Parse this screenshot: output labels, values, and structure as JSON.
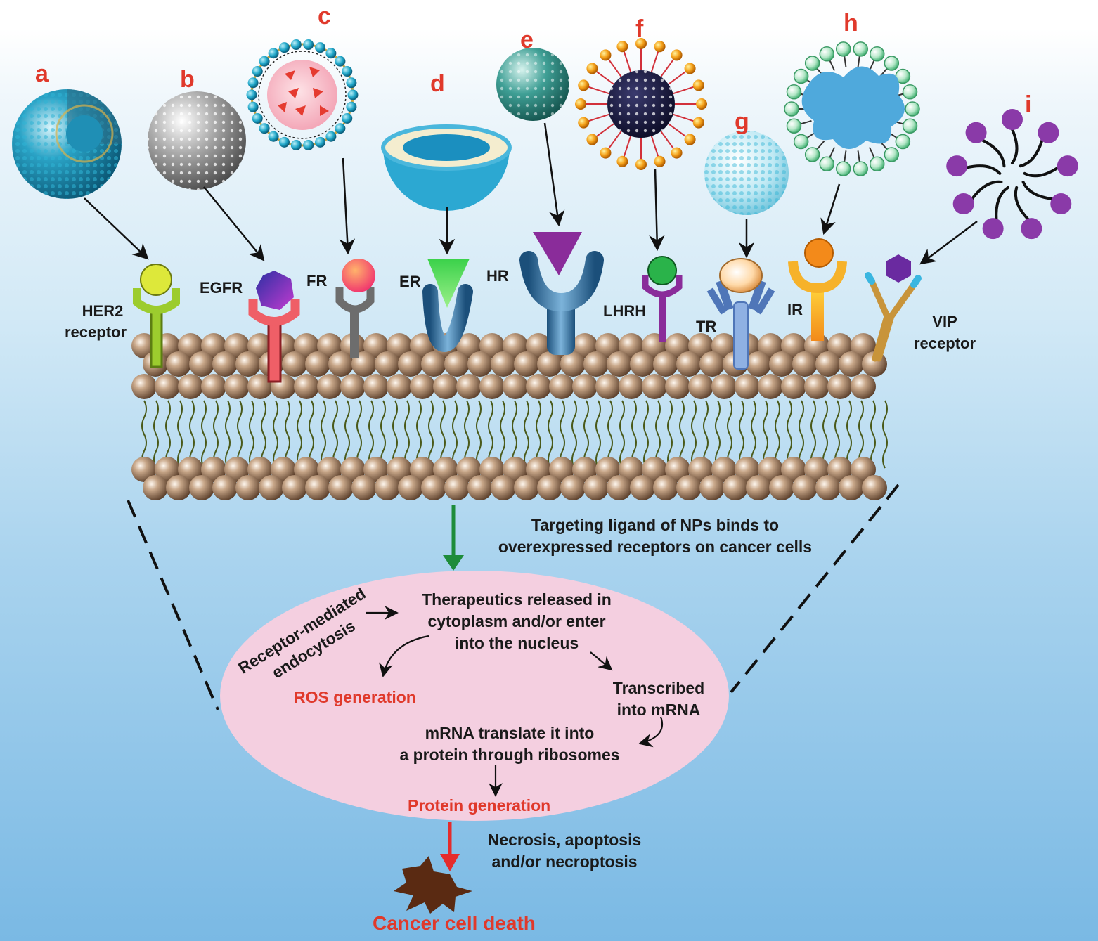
{
  "nanoparticles": [
    {
      "letter": "a"
    },
    {
      "letter": "b"
    },
    {
      "letter": "c"
    },
    {
      "letter": "d"
    },
    {
      "letter": "e"
    },
    {
      "letter": "f"
    },
    {
      "letter": "g"
    },
    {
      "letter": "h"
    },
    {
      "letter": "i"
    }
  ],
  "receptors": {
    "her2": [
      "HER2",
      "receptor"
    ],
    "egfr": "EGFR",
    "fr": "FR",
    "er": "ER",
    "hr": "HR",
    "lhrh": "LHRH",
    "tr": "TR",
    "ir": "IR",
    "vip": [
      "VIP",
      "receptor"
    ]
  },
  "binding_text": [
    "Targeting ligand of NPs binds to",
    "overexpressed receptors on cancer cells"
  ],
  "endocytosis_text": [
    "Receptor-mediated",
    "endocytosis"
  ],
  "release_text": [
    "Therapeutics released in",
    "cytoplasm and/or enter",
    "into the nucleus"
  ],
  "ros_text": "ROS generation",
  "transcribed_text": [
    "Transcribed",
    "into mRNA"
  ],
  "translate_text": [
    "mRNA translate it into",
    "a protein through ribosomes"
  ],
  "protein_text": "Protein generation",
  "death_modes_text": [
    "Necrosis, apoptosis",
    "and/or necroptosis"
  ],
  "result_text": "Cancer cell death",
  "colors": {
    "letters": "#e0392b",
    "ellipse": "#f4cfe0",
    "membrane": "#8c6a52",
    "green_arrow": "#1e8c3a",
    "red_arrow": "#e52b2b"
  }
}
